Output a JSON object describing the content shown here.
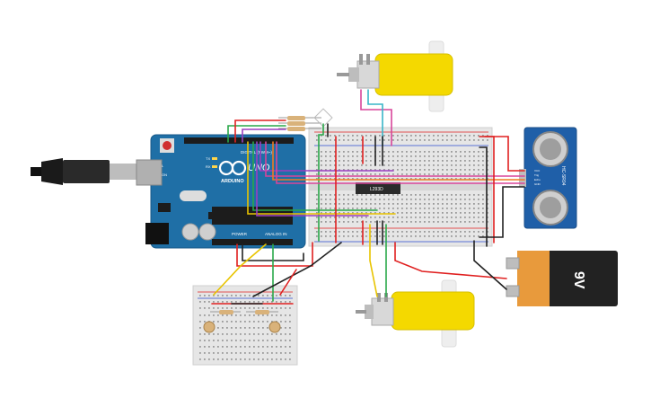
{
  "arduino": {
    "brand": "ARDUINO",
    "model": "UNO",
    "digital_label": "DIGITAL (PWM~)",
    "power_label": "POWER",
    "analog_label": "ANALOG IN",
    "tx": "TX",
    "rx": "RX",
    "on": "ON",
    "l": "L"
  },
  "driver_ic": {
    "label": "L293D"
  },
  "battery": {
    "label": "9V"
  },
  "ultrasonic": {
    "label": "HC-SR04",
    "pins": [
      "VCC",
      "Trig",
      "Echo",
      "GND"
    ]
  },
  "colors": {
    "board": "#1f6fa6",
    "motor": "#f4d900",
    "battery_body": "#e89a3c",
    "wire_red": "#e02020",
    "wire_black": "#222222",
    "wire_green": "#2aa84a",
    "wire_yellow": "#e8c400",
    "wire_purple": "#9b3fc0",
    "wire_pink": "#d8459a",
    "wire_cyan": "#39b6c8",
    "wire_orange": "#f07a20"
  }
}
